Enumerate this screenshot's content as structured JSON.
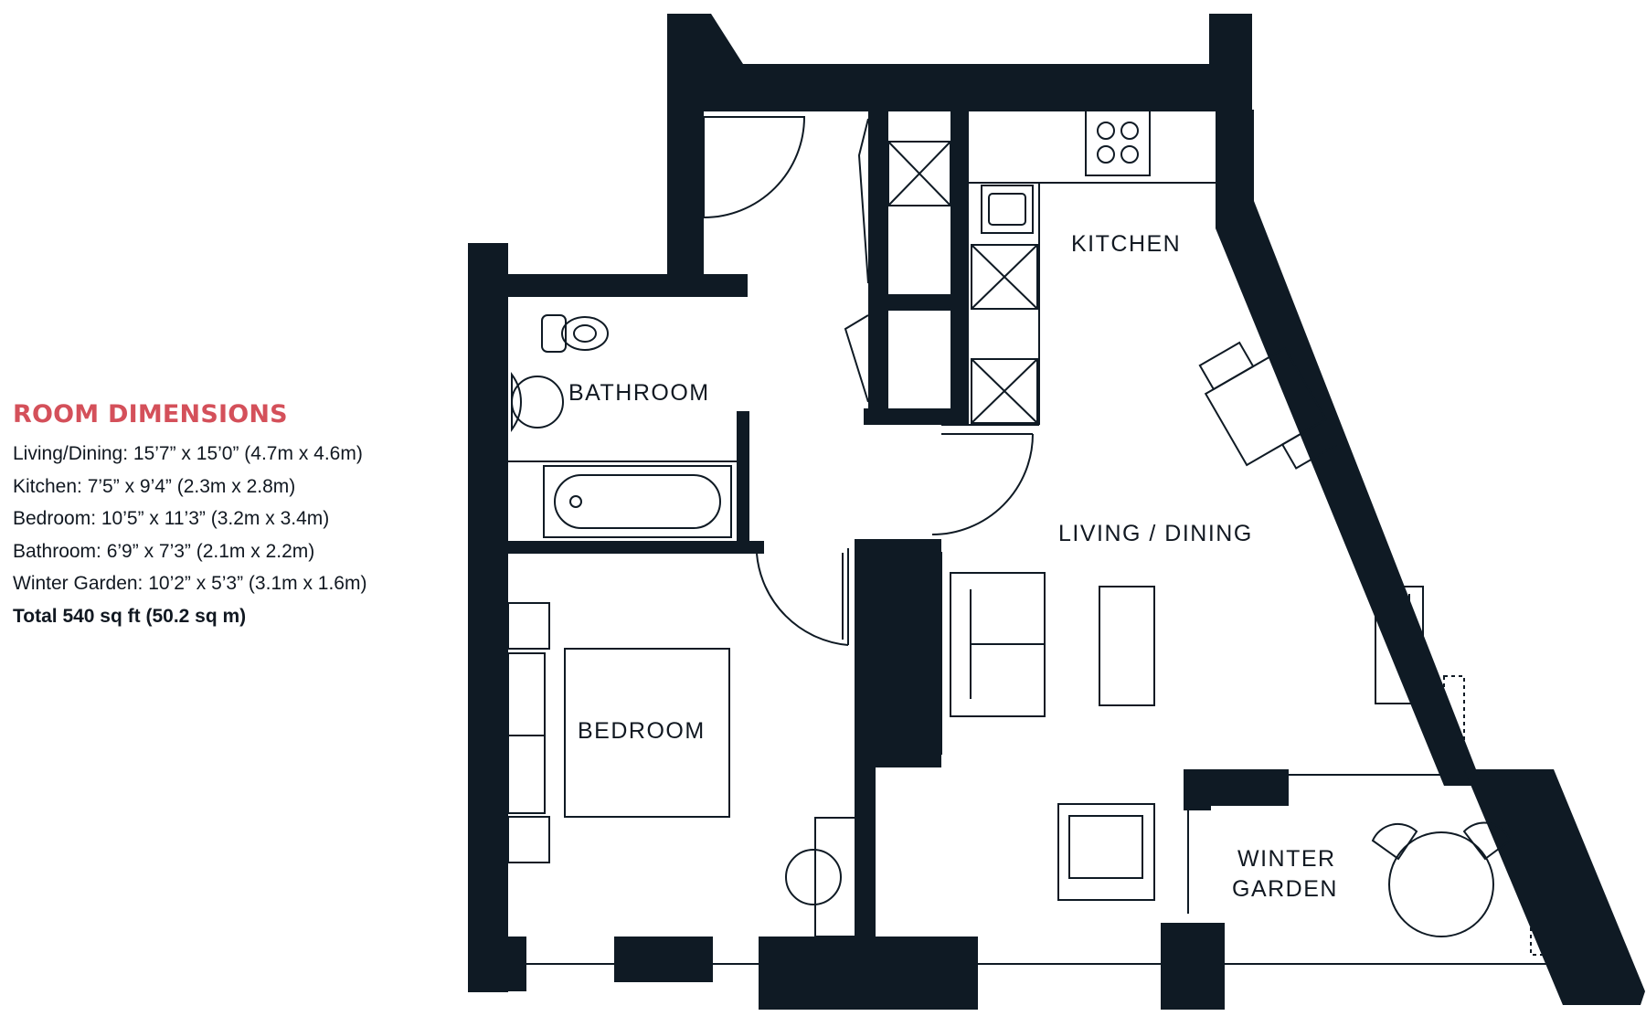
{
  "colors": {
    "accent": "#d4505a",
    "wall": "#0f1a24",
    "text": "#111821"
  },
  "legend": {
    "title": "ROOM DIMENSIONS",
    "rows": [
      "Living/Dining: 15’7” x 15’0” (4.7m x 4.6m)",
      "Kitchen: 7’5” x 9’4” (2.3m x 2.8m)",
      "Bedroom: 10’5” x 11’3” (3.2m x 3.4m)",
      "Bathroom: 6’9” x 7’3” (2.1m x 2.2m)",
      "Winter Garden: 10’2” x 5’3” (3.1m x 1.6m)"
    ],
    "total": "Total 540 sq ft (50.2 sq m)"
  },
  "rooms": {
    "kitchen": "KITCHEN",
    "bathroom": "BATHROOM",
    "living_dining": "LIVING / DINING",
    "bedroom": "BEDROOM",
    "winter_garden_line1": "WINTER",
    "winter_garden_line2": "GARDEN"
  }
}
